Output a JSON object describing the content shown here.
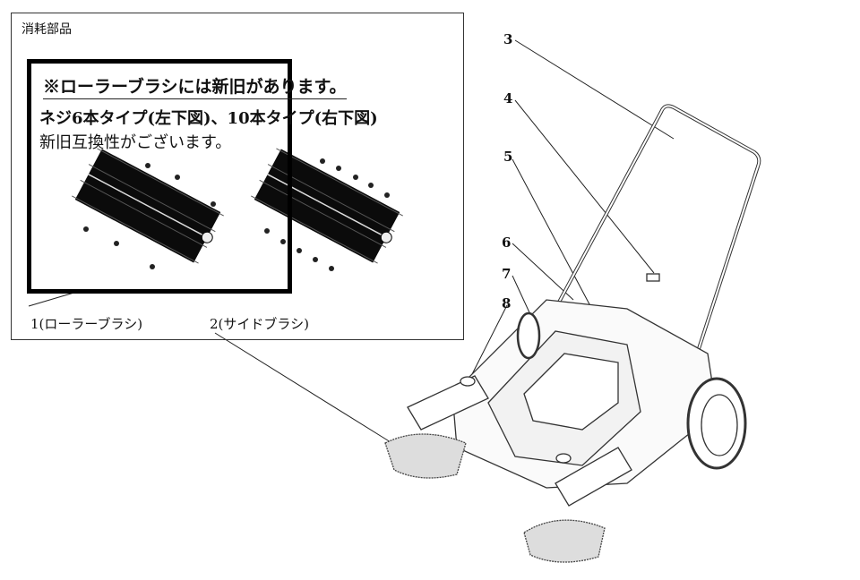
{
  "panel": {
    "title": "消耗部品",
    "note_title": "※ローラーブラシには新旧があります。",
    "note_line1": "ネジ6本タイプ(左下図)、10本タイプ(右下図)",
    "note_line2": "新旧互換性がございます。",
    "caption1": "1(ローラーブラシ)",
    "caption2": "2(サイドブラシ)"
  },
  "callouts": [
    "3",
    "4",
    "5",
    "6",
    "7",
    "8"
  ]
}
